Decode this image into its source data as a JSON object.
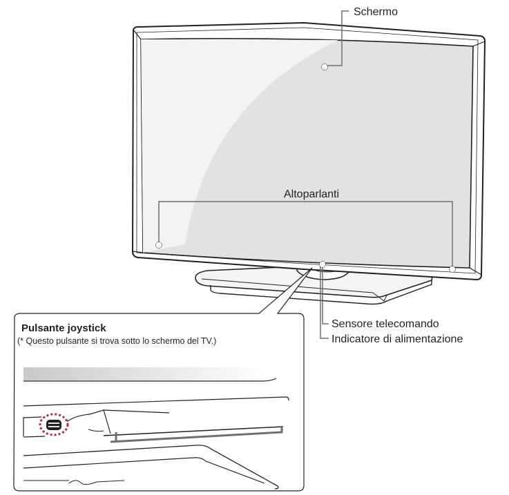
{
  "labels": {
    "screen": "Schermo",
    "speakers": "Altoparlanti",
    "remote_sensor": "Sensore telecomando",
    "power_indicator": "Indicatore di alimentazione"
  },
  "inset": {
    "title": "Pulsante joystick",
    "note": "(* Questo pulsante si trova sotto lo schermo del TV.)"
  },
  "colors": {
    "outline": "#231f20",
    "bezel": "#ffffff",
    "screen_fill": "#e2e2e2",
    "screen_highlight": "#f3f3f3",
    "leader_line": "#6d6e71",
    "joystick_marker": "#b52a4a"
  }
}
